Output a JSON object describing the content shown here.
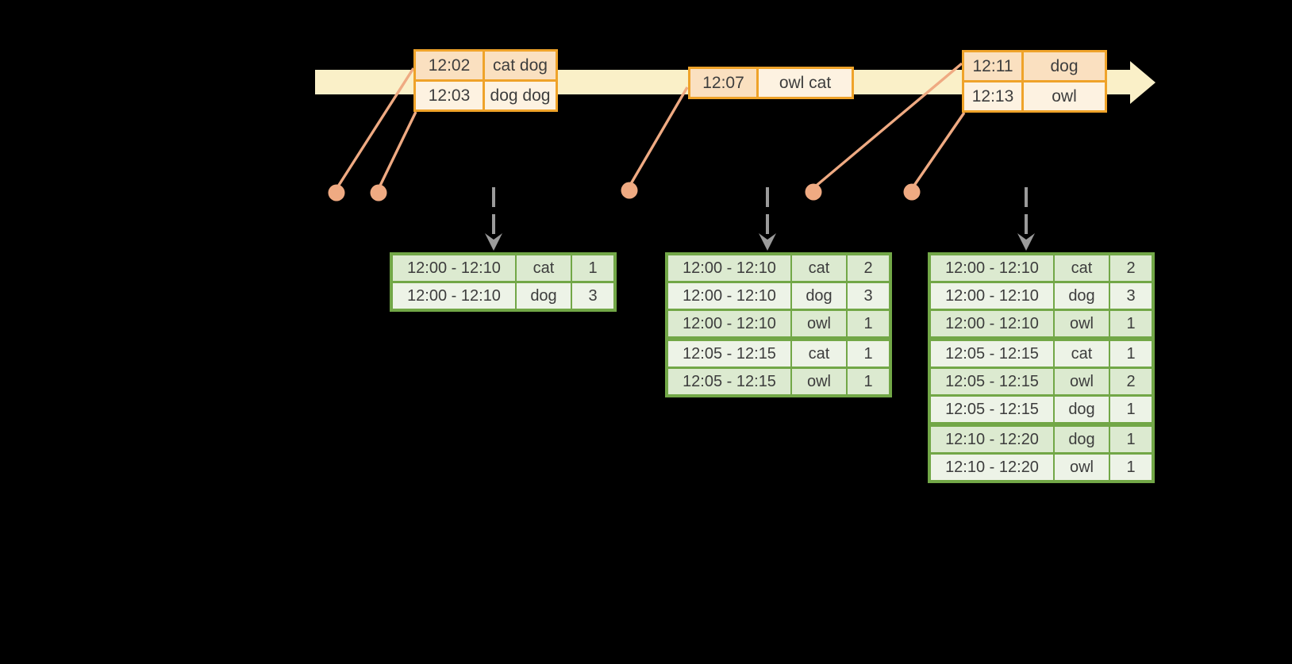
{
  "diagram": {
    "background": "#000000",
    "colors": {
      "timeline_band": "#faf0c8",
      "event_table_border": "#efa32a",
      "event_cell_dark": "#fae0c0",
      "event_cell_light": "#fdf2e1",
      "connector_salmon": "#efaa82",
      "trigger_arrow_gray": "#9b9b9b",
      "result_table_border": "#72a747",
      "result_cell_dark": "#dcead0",
      "result_cell_light": "#edf3e7",
      "text": "#3d3d3d"
    },
    "event_tables": [
      {
        "rows": [
          {
            "time": "12:02",
            "words": "cat dog"
          },
          {
            "time": "12:03",
            "words": "dog dog"
          }
        ]
      },
      {
        "rows": [
          {
            "time": "12:07",
            "words": "owl cat"
          }
        ]
      },
      {
        "rows": [
          {
            "time": "12:11",
            "words": "dog"
          },
          {
            "time": "12:13",
            "words": "owl"
          }
        ]
      }
    ],
    "result_tables": [
      {
        "rows": [
          {
            "window": "12:00 - 12:10",
            "word": "cat",
            "count": "1"
          },
          {
            "window": "12:00 - 12:10",
            "word": "dog",
            "count": "3"
          }
        ]
      },
      {
        "rows": [
          {
            "window": "12:00 - 12:10",
            "word": "cat",
            "count": "2"
          },
          {
            "window": "12:00 - 12:10",
            "word": "dog",
            "count": "3"
          },
          {
            "window": "12:00 - 12:10",
            "word": "owl",
            "count": "1"
          },
          {
            "window": "12:05 - 12:15",
            "word": "cat",
            "count": "1"
          },
          {
            "window": "12:05 - 12:15",
            "word": "owl",
            "count": "1"
          }
        ]
      },
      {
        "rows": [
          {
            "window": "12:00 - 12:10",
            "word": "cat",
            "count": "2"
          },
          {
            "window": "12:00 - 12:10",
            "word": "dog",
            "count": "3"
          },
          {
            "window": "12:00 - 12:10",
            "word": "owl",
            "count": "1"
          },
          {
            "window": "12:05 - 12:15",
            "word": "cat",
            "count": "1"
          },
          {
            "window": "12:05 - 12:15",
            "word": "owl",
            "count": "2"
          },
          {
            "window": "12:05 - 12:15",
            "word": "dog",
            "count": "1"
          },
          {
            "window": "12:10 - 12:20",
            "word": "dog",
            "count": "1"
          },
          {
            "window": "12:10 - 12:20",
            "word": "owl",
            "count": "1"
          }
        ]
      }
    ]
  }
}
